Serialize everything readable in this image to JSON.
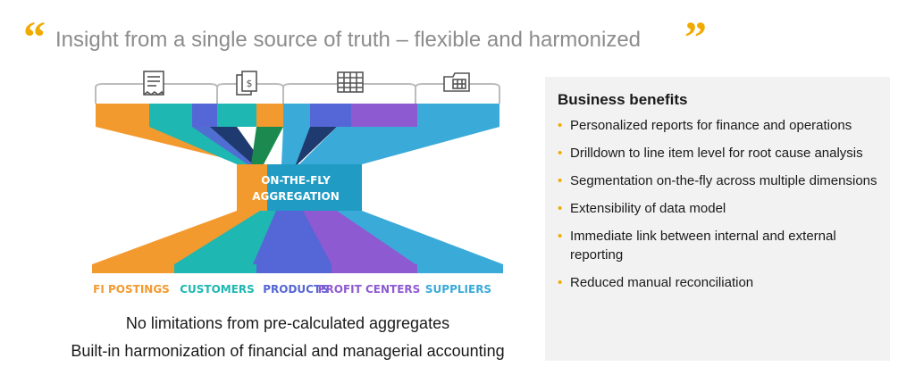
{
  "accent_color": "#f0ab00",
  "quote_marks": {
    "open": "“",
    "close": "”"
  },
  "title": "Insight from a single source of truth – flexible and harmonized",
  "diagram": {
    "icons": [
      "receipt-icon",
      "invoice-stack-icon",
      "spreadsheet-icon",
      "folder-table-icon"
    ],
    "center_label_line1": "ON-THE-FLY",
    "center_label_line2": "AGGREGATION",
    "categories": [
      {
        "label": "FI POSTINGS",
        "color": "#f39a2f"
      },
      {
        "label": "CUSTOMERS",
        "color": "#1fb7b1"
      },
      {
        "label": "PRODUCTS",
        "color": "#5566d6"
      },
      {
        "label": "PROFIT CENTERS",
        "color": "#8e5ad1"
      },
      {
        "label": "SUPPLIERS",
        "color": "#3aaad9"
      }
    ]
  },
  "captions": [
    "No limitations from pre-calculated aggregates",
    "Built-in harmonization of financial and managerial accounting"
  ],
  "benefits": {
    "heading": "Business benefits",
    "bullet": "•",
    "items": [
      "Personalized reports for finance and operations",
      "Drilldown to line item level for root cause analysis",
      "Segmentation on-the-fly across multiple dimensions",
      "Extensibility of data model",
      "Immediate link between internal and external reporting",
      "Reduced manual reconciliation"
    ]
  }
}
